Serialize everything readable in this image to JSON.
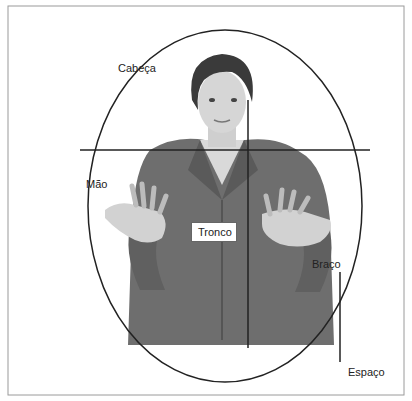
{
  "diagram": {
    "nodes": [
      {
        "text": [
          "Tronco"
        ]
      }
    ],
    "labels": [
      "Cabeça",
      "Mão",
      "Braço",
      "Espaço"
    ]
  }
}
